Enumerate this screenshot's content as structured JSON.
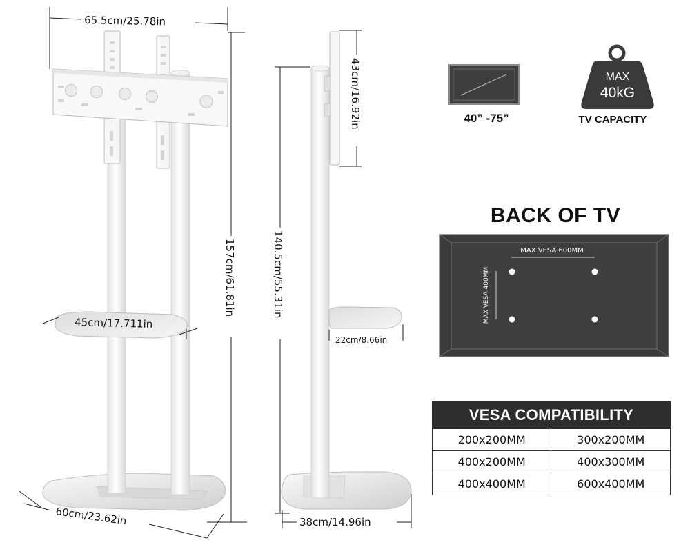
{
  "dimensions": {
    "top_width": "65.5cm/25.78in",
    "total_height": "157cm/61.81in",
    "shelf_width": "45cm/17.711in",
    "base_width": "60cm/23.62in",
    "column_height": "140.5cm/55.31in",
    "mount_height": "43cm/16.92in",
    "shelf_depth": "22cm/8.66in",
    "base_depth": "38cm/14.96in"
  },
  "tv_size_range": "40”  -75”",
  "capacity": {
    "max_label": "MAX",
    "weight": "40kG",
    "label": "TV CAPACITY"
  },
  "back_of_tv": {
    "title": "BACK OF TV",
    "max_vesa_horizontal": "MAX VESA 600MM",
    "max_vesa_vertical": "MAX VESA 400MM"
  },
  "vesa_table": {
    "title": "VESA COMPATIBILITY",
    "rows": [
      [
        "200x200MM",
        "300x200MM"
      ],
      [
        "400x200MM",
        "400x300MM"
      ],
      [
        "400x400MM",
        "600x400MM"
      ]
    ]
  },
  "colors": {
    "panel_dark": "#3b3b3b",
    "table_header": "#2d2d2d",
    "stand_white": "#f7f7f7"
  }
}
